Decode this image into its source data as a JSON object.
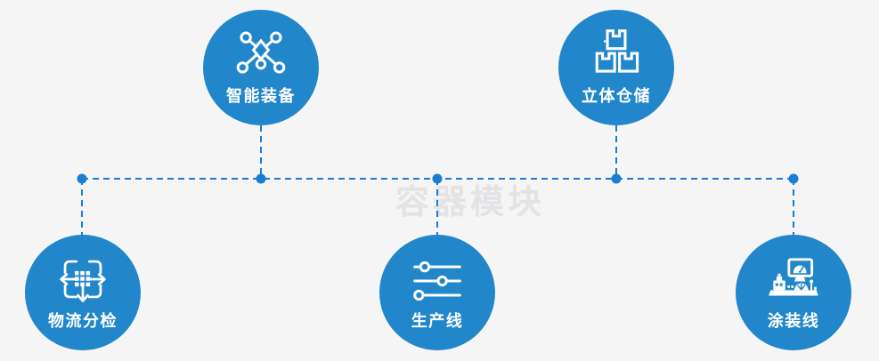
{
  "page": {
    "watermark": "容器模块"
  },
  "colors": {
    "page_bg": "#f5f5f6",
    "circle_blue": "#2286cb",
    "line_blue": "#1a7dd2",
    "label_color": "#ffffff",
    "watermark_color": "#e3e3e6"
  },
  "nodes": [
    {
      "id": "smart-equipment",
      "label": "智能装备",
      "icon": "network-nodes-icon",
      "position": "top-left"
    },
    {
      "id": "stereo-warehouse",
      "label": "立体仓储",
      "icon": "stacked-boxes-icon",
      "position": "top-right"
    },
    {
      "id": "logistics-sorting",
      "label": "物流分检",
      "icon": "sorting-arrows-icon",
      "position": "bottom-left"
    },
    {
      "id": "production-line",
      "label": "生产线",
      "icon": "sliders-icon",
      "position": "bottom-center"
    },
    {
      "id": "painting-line",
      "label": "涂装线",
      "icon": "control-machine-icon",
      "position": "bottom-right"
    }
  ],
  "connector": {
    "style": "dashed",
    "junction_count": 5
  }
}
